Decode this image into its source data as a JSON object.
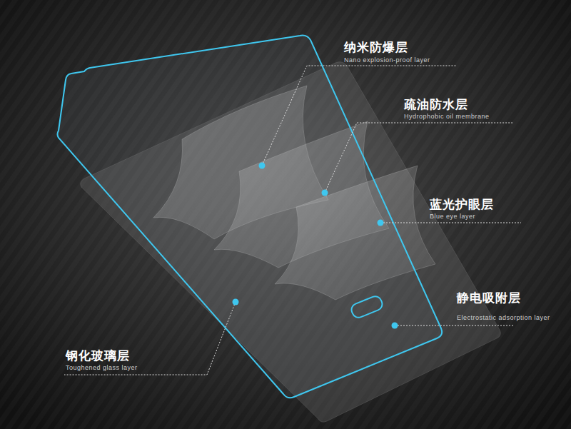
{
  "diagram": {
    "labels": [
      "纳米防爆层",
      "Nano explosion-proof layer",
      "疏油防水层",
      "Hydrophobic oil membrane",
      "蓝光护眼层",
      "Blue eye layer",
      "静电吸附层",
      "Electrostatic adsorption layer",
      "钢化玻璃层",
      "Toughened glass layer"
    ]
  }
}
